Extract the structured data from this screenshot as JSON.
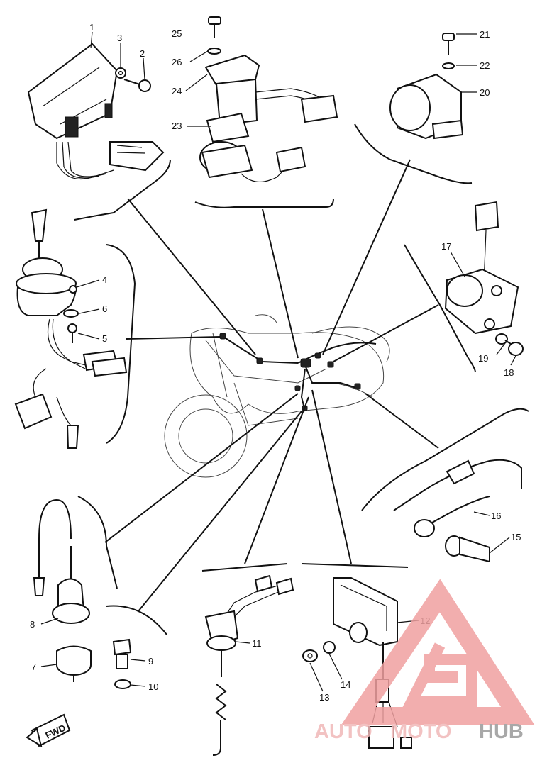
{
  "labels": {
    "p1": "1",
    "p2": "2",
    "p3": "3",
    "p4": "4",
    "p5": "5",
    "p6": "6",
    "p7": "7",
    "p8": "8",
    "p9": "9",
    "p10": "10",
    "p11": "11",
    "p12": "12",
    "p13": "13",
    "p14": "14",
    "p15": "15",
    "p16": "16",
    "p17": "17",
    "p18": "18",
    "p19": "19",
    "p20": "20",
    "p21": "21",
    "p22": "22",
    "p23": "23",
    "p24": "24",
    "p25": "25",
    "p26": "26"
  },
  "fwd": "FWD",
  "watermark": {
    "part1": "AUTO",
    "part2": "MOTO",
    "part3": "HUB",
    "color_pink": "#f0a0a0",
    "color_gray": "#9a9a9a"
  }
}
